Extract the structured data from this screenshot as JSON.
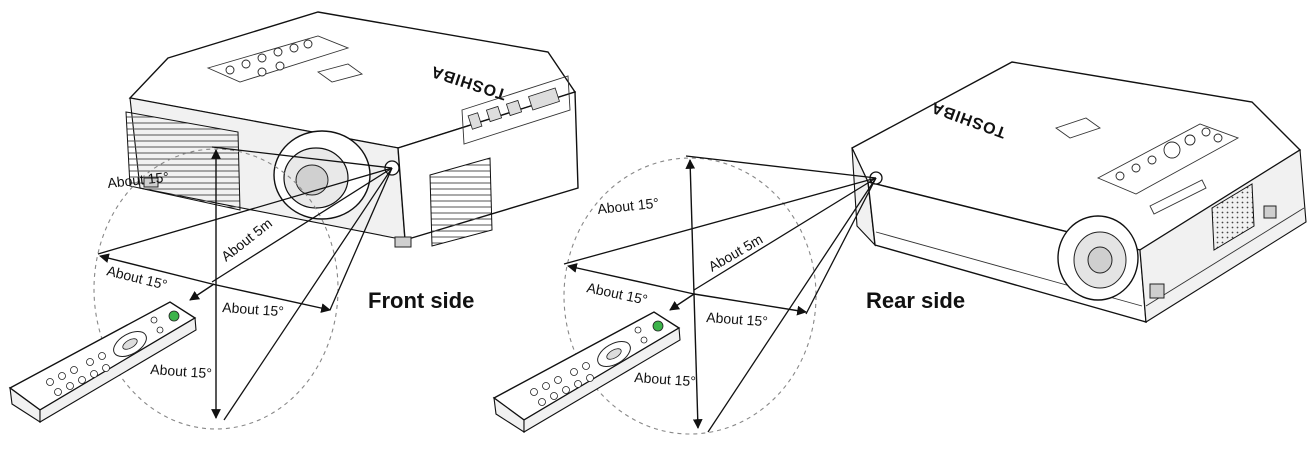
{
  "brand": "TOSHIBA",
  "front": {
    "side_label": "Front side",
    "angle_left_upper": "About 15°",
    "angle_left_lower": "About 15°",
    "angle_right": "About 15°",
    "angle_bottom": "About 15°",
    "distance": "About 5m"
  },
  "rear": {
    "side_label": "Rear side",
    "angle_left_upper": "About 15°",
    "angle_left_lower": "About 15°",
    "angle_right": "About 15°",
    "angle_bottom": "About 15°",
    "distance": "About 5m"
  },
  "colors": {
    "line": "#111111",
    "dashed_circle": "#888888",
    "remote_button_green": "#3cb34a"
  },
  "icons": [
    "projector-front-view",
    "projector-rear-view",
    "remote-control",
    "receiver-sensor"
  ]
}
